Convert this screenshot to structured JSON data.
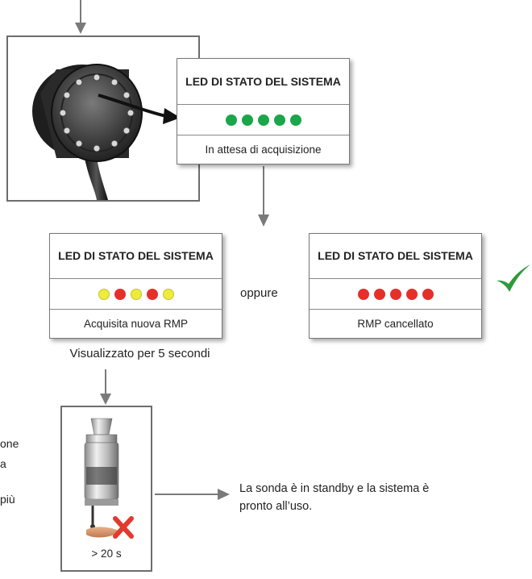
{
  "colors": {
    "led_green": "#1aa64a",
    "led_red": "#e5302a",
    "led_yellow": "#ecec3a",
    "check_green": "#2f9a3a",
    "cross_red": "#e23a2e",
    "arrow_gray": "#7a7a7a"
  },
  "top_panel": {
    "title": "LED DI STATO DEL SISTEMA",
    "leds": [
      "green",
      "green",
      "green",
      "green",
      "green"
    ],
    "status": "In attesa di acquisizione"
  },
  "left_panel": {
    "title": "LED DI STATO DEL SISTEMA",
    "leds": [
      "yellow",
      "red",
      "yellow",
      "red",
      "yellow"
    ],
    "status": "Acquisita nuova RMP"
  },
  "right_panel": {
    "title": "LED DI STATO DEL SISTEMA",
    "leds": [
      "red",
      "red",
      "red",
      "red",
      "red"
    ],
    "status": "RMP cancellato"
  },
  "connector": "oppure",
  "duration_caption": "Visualizzato per 5 secondi",
  "probe_time": "> 20 s",
  "result_text": "La sonda è in standby e la sistema è pronto all’uso.",
  "cut_text": [
    "one",
    "a",
    "più"
  ],
  "icons": {
    "check": "check-mark-icon",
    "cross": "cross-icon"
  }
}
